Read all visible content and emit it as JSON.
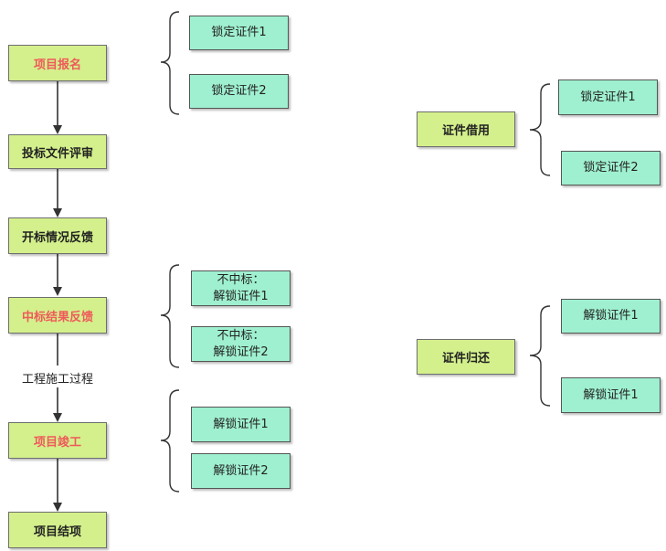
{
  "flow": {
    "n1": "项目报名",
    "n2": "投标文件评审",
    "n3": "开标情况反馈",
    "n4": "中标结果反馈",
    "edge_label": "工程施工过程",
    "n5": "项目竣工",
    "n6": "项目结项"
  },
  "group1": {
    "a": "锁定证件1",
    "b": "锁定证件2"
  },
  "group2": {
    "a_line1": "不中标：",
    "a_line2": "解锁证件1",
    "b_line1": "不中标：",
    "b_line2": "解锁证件2"
  },
  "group3": {
    "a": "解锁证件1",
    "b": "解锁证件2"
  },
  "borrow": {
    "title": "证件借用",
    "a": "锁定证件1",
    "b": "锁定证件2"
  },
  "return": {
    "title": "证件归还",
    "a": "解锁证件1",
    "b": "解锁证件1"
  }
}
